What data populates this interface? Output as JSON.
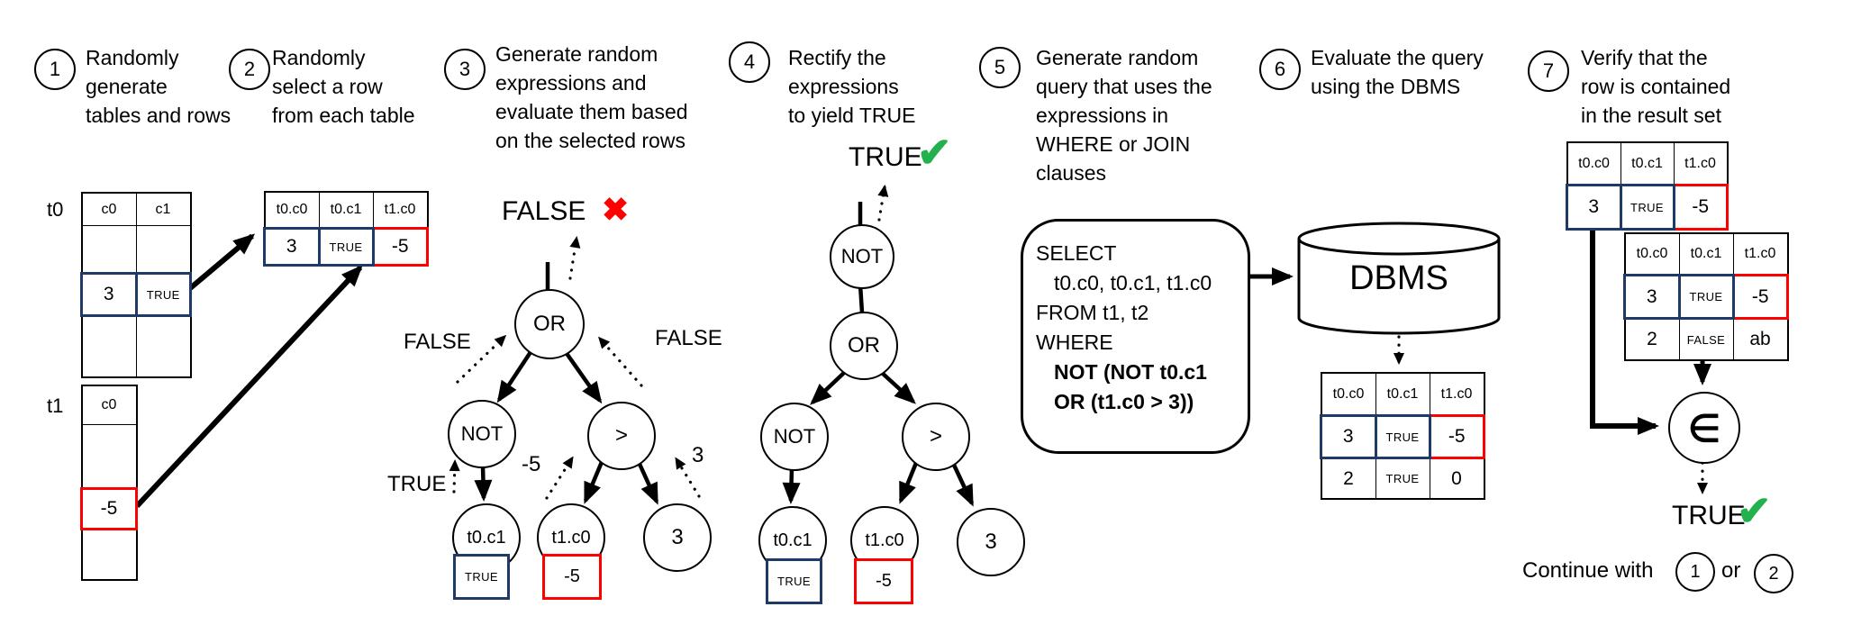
{
  "title_hint": "Pivoted Query Synthesis pipeline diagram",
  "colors": {
    "navy": "#1F3A66",
    "red": "#FF0000",
    "green": "#22B14C",
    "black": "#000000"
  },
  "icons": {
    "check": "✔",
    "cross": "✖"
  },
  "steps": [
    {
      "num": "1",
      "text": "Randomly\ngenerate\ntables and rows"
    },
    {
      "num": "2",
      "text": "Randomly\nselect a row\nfrom each table"
    },
    {
      "num": "3",
      "text": "Generate random\nexpressions and\nevaluate them based\non the selected rows"
    },
    {
      "num": "4",
      "text": "Rectify the\nexpressions\nto yield TRUE"
    },
    {
      "num": "5",
      "text": "Generate random\nquery that uses the\nexpressions in\nWHERE or JOIN\nclauses"
    },
    {
      "num": "6",
      "text": "Evaluate the query\nusing the DBMS"
    },
    {
      "num": "7",
      "text": "Verify that the\nrow is contained\nin the result set"
    }
  ],
  "tables": {
    "t0": {
      "label": "t0",
      "headers": [
        "c0",
        "c1"
      ],
      "pivot_row": [
        "3",
        "TRUE"
      ]
    },
    "t1": {
      "label": "t1",
      "headers": [
        "c0"
      ],
      "pivot_row": [
        "-5"
      ]
    },
    "selected": {
      "headers": [
        "t0.c0",
        "t0.c1",
        "t1.c0"
      ],
      "rows": [
        [
          "3",
          "TRUE",
          "-5"
        ]
      ]
    },
    "dbms_result": {
      "headers": [
        "t0.c0",
        "t0.c1",
        "t1.c0"
      ],
      "rows": [
        [
          "3",
          "TRUE",
          "-5"
        ],
        [
          "2",
          "TRUE",
          "0"
        ]
      ]
    },
    "pivot": {
      "headers": [
        "t0.c0",
        "t0.c1",
        "t1.c0"
      ],
      "rows": [
        [
          "3",
          "TRUE",
          "-5"
        ]
      ]
    },
    "result_set": {
      "headers": [
        "t0.c0",
        "t0.c1",
        "t1.c0"
      ],
      "rows": [
        [
          "3",
          "TRUE",
          "-5"
        ],
        [
          "2",
          "FALSE",
          "ab"
        ]
      ]
    }
  },
  "tree3": {
    "result": "FALSE",
    "nodes": {
      "root": "OR",
      "left": "NOT",
      "right": ">",
      "leaf1": "t0.c1",
      "leaf2": "t1.c0",
      "leaf3": "3"
    },
    "leaf_values": {
      "leaf1": "TRUE",
      "leaf2": "-5"
    },
    "edge_labels": {
      "left": "FALSE",
      "right": "FALSE",
      "leaf1": "TRUE",
      "leaf2": "-5",
      "leaf3": "3"
    }
  },
  "tree4": {
    "result": "TRUE",
    "nodes": {
      "top": "NOT",
      "root": "OR",
      "left": "NOT",
      "right": ">",
      "leaf1": "t0.c1",
      "leaf2": "t1.c0",
      "leaf3": "3"
    },
    "leaf_values": {
      "leaf1": "TRUE",
      "leaf2": "-5"
    }
  },
  "query": {
    "l1": "SELECT",
    "l2": "t0.c0, t0.c1, t1.c0",
    "l3": "FROM t1, t2",
    "l4": "WHERE",
    "l5": "NOT (NOT t0.c1",
    "l6": "OR (t1.c0 > 3))"
  },
  "dbms": {
    "label": "DBMS"
  },
  "membership": {
    "symbol": "∈",
    "result": "TRUE"
  },
  "footer": {
    "prefix": "Continue with",
    "step_a": "1",
    "conjunction": "or",
    "step_b": "2"
  }
}
